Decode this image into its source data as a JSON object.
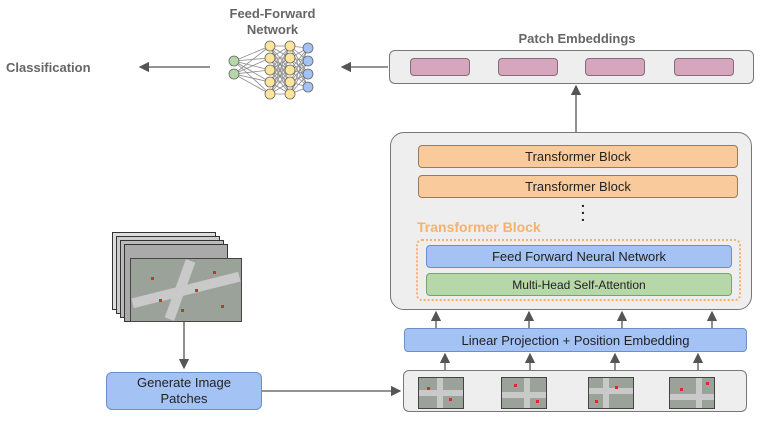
{
  "labels": {
    "ffn_title_line1": "Feed-Forward",
    "ffn_title_line2": "Network",
    "classification": "Classification",
    "patch_embeddings": "Patch Embeddings",
    "transformer_block_1": "Transformer Block",
    "transformer_block_2": "Transformer Block",
    "ellipsis": ".\n.\n.",
    "transformer_block_detail": "Transformer Block",
    "feed_forward_nn": "Feed Forward Neural Network",
    "mhsa": "Multi-Head Self-Attention",
    "linear_projection": "Linear Projection + Position Embedding",
    "generate_patches": "Generate Image Patches"
  },
  "colors": {
    "transformer": "#f9cb9c",
    "blue": "#a4c2f4",
    "green": "#b6d7a8",
    "patch_embedding": "#d5a6bd",
    "panel": "#eeeeee",
    "detail_title": "#f6b26b"
  }
}
